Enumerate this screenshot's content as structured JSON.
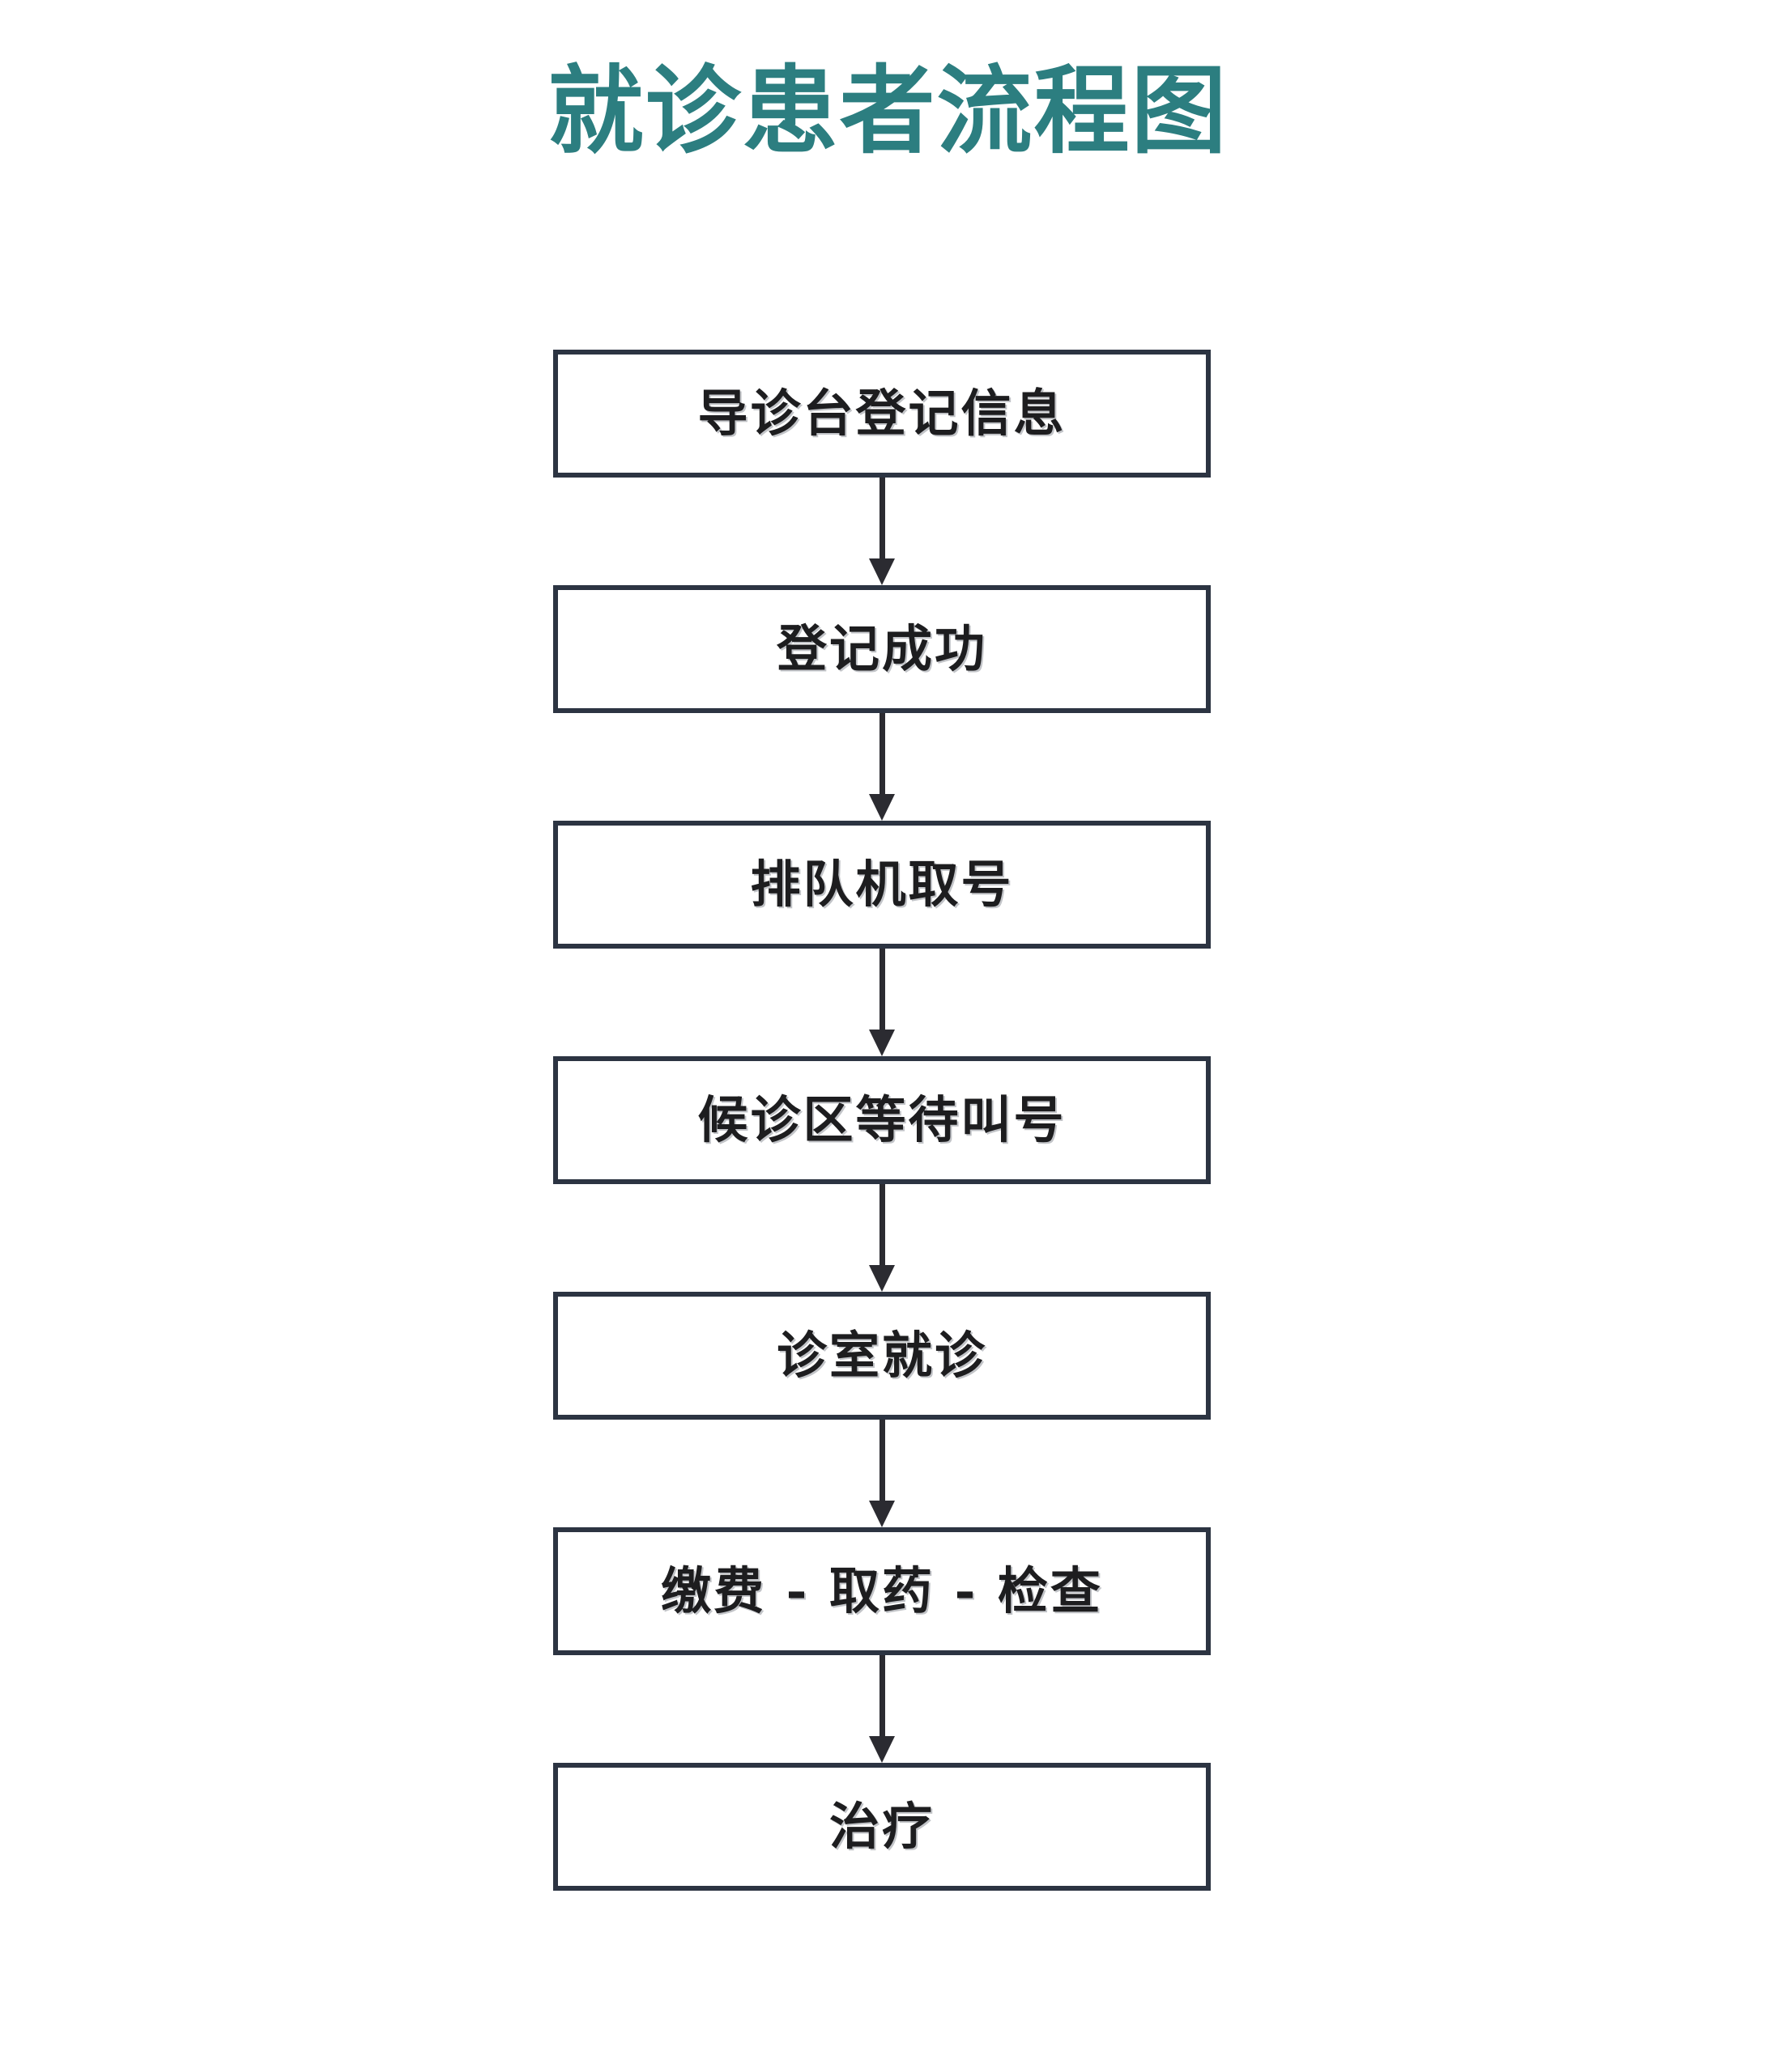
{
  "title": "就诊患者流程图",
  "colors": {
    "title_teal": "#2c7e80",
    "box_border": "#2c3442",
    "box_fill": "#ffffff",
    "text": "#1d1d1f",
    "arrow": "#2b2b31",
    "background": "#ffffff"
  },
  "chart_data": {
    "type": "diagram",
    "diagram_type": "flowchart",
    "orientation": "top-to-bottom",
    "title": "就诊患者流程图",
    "nodes": [
      {
        "id": "n1",
        "label": "导诊台登记信息",
        "shape": "rectangle"
      },
      {
        "id": "n2",
        "label": "登记成功",
        "shape": "rectangle"
      },
      {
        "id": "n3",
        "label": "排队机取号",
        "shape": "rectangle"
      },
      {
        "id": "n4",
        "label": "候诊区等待叫号",
        "shape": "rectangle"
      },
      {
        "id": "n5",
        "label": "诊室就诊",
        "shape": "rectangle"
      },
      {
        "id": "n6",
        "label": "缴费 - 取药 - 检查",
        "shape": "rectangle"
      },
      {
        "id": "n7",
        "label": "治疗",
        "shape": "rectangle"
      }
    ],
    "edges": [
      {
        "from": "n1",
        "to": "n2",
        "type": "arrow",
        "label": ""
      },
      {
        "from": "n2",
        "to": "n3",
        "type": "arrow",
        "label": ""
      },
      {
        "from": "n3",
        "to": "n4",
        "type": "arrow",
        "label": ""
      },
      {
        "from": "n4",
        "to": "n5",
        "type": "arrow",
        "label": ""
      },
      {
        "from": "n5",
        "to": "n6",
        "type": "arrow",
        "label": ""
      },
      {
        "from": "n6",
        "to": "n7",
        "type": "arrow",
        "label": ""
      }
    ]
  }
}
